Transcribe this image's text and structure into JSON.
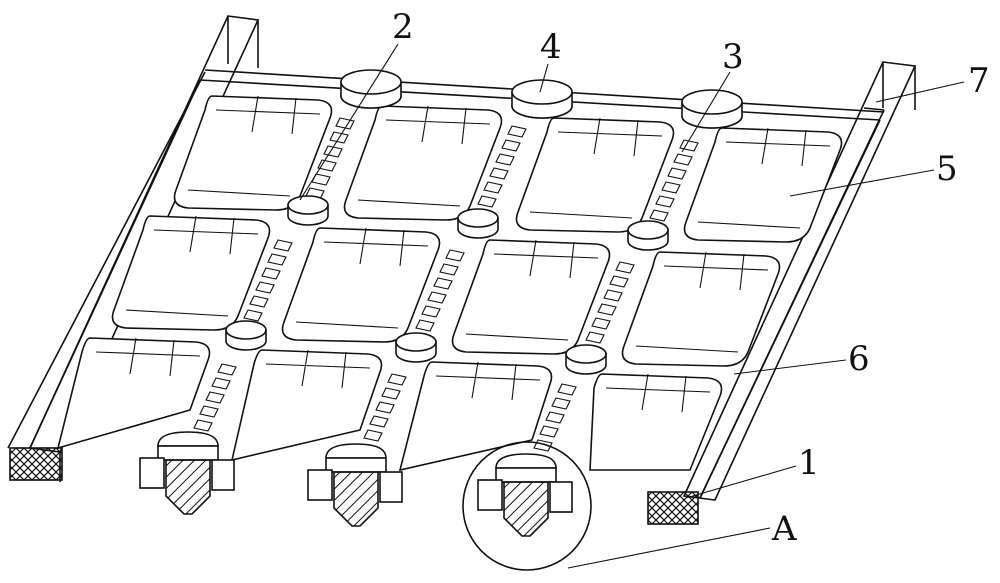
{
  "figure": {
    "labels": [
      {
        "id": "part-1",
        "text": "1"
      },
      {
        "id": "part-2",
        "text": "2"
      },
      {
        "id": "part-3",
        "text": "3"
      },
      {
        "id": "part-4",
        "text": "4"
      },
      {
        "id": "part-5",
        "text": "5"
      },
      {
        "id": "part-6",
        "text": "6"
      },
      {
        "id": "part-7",
        "text": "7"
      },
      {
        "id": "detail-a",
        "text": "A"
      }
    ]
  }
}
